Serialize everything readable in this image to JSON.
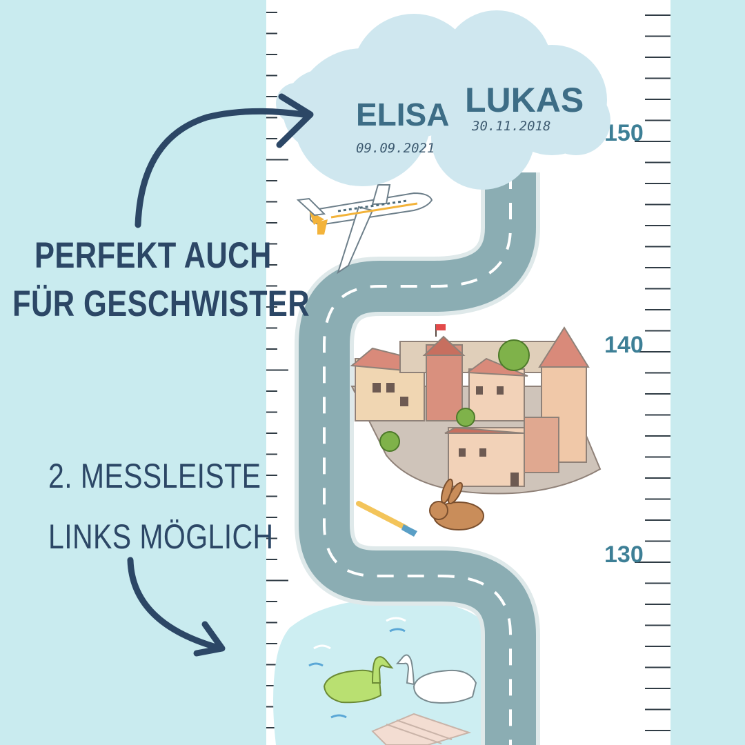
{
  "colors": {
    "background": "#c9ebef",
    "panel": "#ffffff",
    "road": "#8badb3",
    "road_edge": "#dfe9ea",
    "cloud": "#cfe7ef",
    "arrow": "#2c4766",
    "label": "#3d7f96",
    "pond": "#cdeef2"
  },
  "callouts": {
    "top": {
      "line1": "Perfekt auch",
      "line2": "für Geschwister"
    },
    "bottom": {
      "line1": "2. Messleiste",
      "line2": "links möglich"
    }
  },
  "cloud": {
    "names": [
      {
        "name": "ELISA",
        "date": "09.09.2021"
      },
      {
        "name": "LUKAS",
        "date": "30.11.2018"
      }
    ]
  },
  "ruler": {
    "labels": [
      "150",
      "140",
      "130"
    ]
  },
  "icons": [
    "curved-arrow-icon",
    "airplane-icon",
    "castle-icon",
    "tree-icon",
    "rabbit-icon",
    "paintbrush-icon",
    "swan-icon",
    "pond-icon",
    "jetty-icon"
  ]
}
